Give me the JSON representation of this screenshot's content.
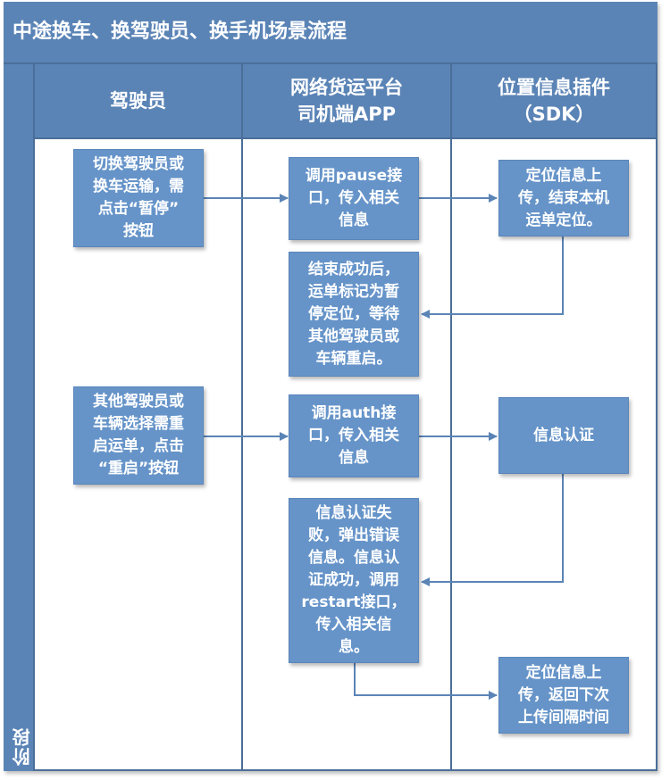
{
  "title": "中途换车、换驾驶员、换手机场景流程",
  "phase_label": "阶段",
  "lanes": [
    {
      "label": "驾驶员"
    },
    {
      "label": "网络货运平台\n司机端APP"
    },
    {
      "label": "位置信息插件\n（SDK）"
    }
  ],
  "steps": {
    "driver_pause": "切换驾驶员或\n换车运输，需\n点击“暂停”\n按钮",
    "app_pause": "调用pause接\n口，传入相关\n信息",
    "sdk_stop": "定位信息上\n传，结束本机\n运单定位。",
    "app_paused": "结束成功后，\n运单标记为暂\n停定位，等待\n其他驾驶员或\n车辆重启。",
    "driver_restart": "其他驾驶员或\n车辆选择需重\n启运单，点击\n“重启”按钮",
    "app_auth": "调用auth接\n口，传入相关\n信息",
    "sdk_auth": "信息认证",
    "app_restart": "信息认证失\n败，弹出错误\n信息。信息认\n证成功，调用\nrestart接口，\n传入相关信\n息。",
    "sdk_upload": "定位信息上\n传，返回下次\n上传间隔时间"
  },
  "colors": {
    "header_bg": "#5b84b6",
    "box_bg": "#6694c9",
    "line": "#4a6e99",
    "arrow": "#5b84b6"
  }
}
